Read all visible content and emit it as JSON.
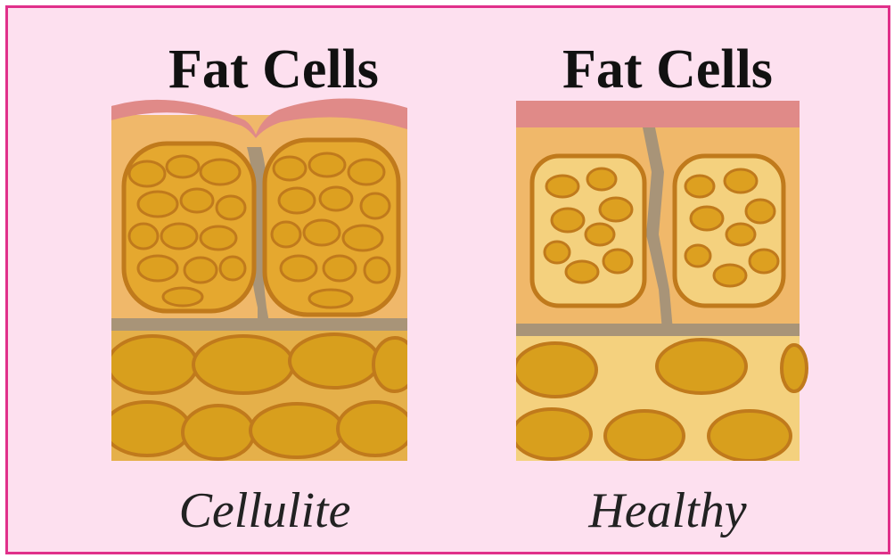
{
  "left_panel": {
    "title": "Fat Cells",
    "caption": "Cellulite"
  },
  "right_panel": {
    "title": "Fat Cells",
    "caption": "Healthy"
  },
  "colors": {
    "frame_border": "#e0308a",
    "background": "#fde0ef",
    "skin": "#e08a88",
    "tissue": "#f0b86a",
    "cell_fill": "#d89a1e",
    "cell_outline": "#c07a1c",
    "septa": "#a89478",
    "lower_fill": "#d89f1d"
  }
}
